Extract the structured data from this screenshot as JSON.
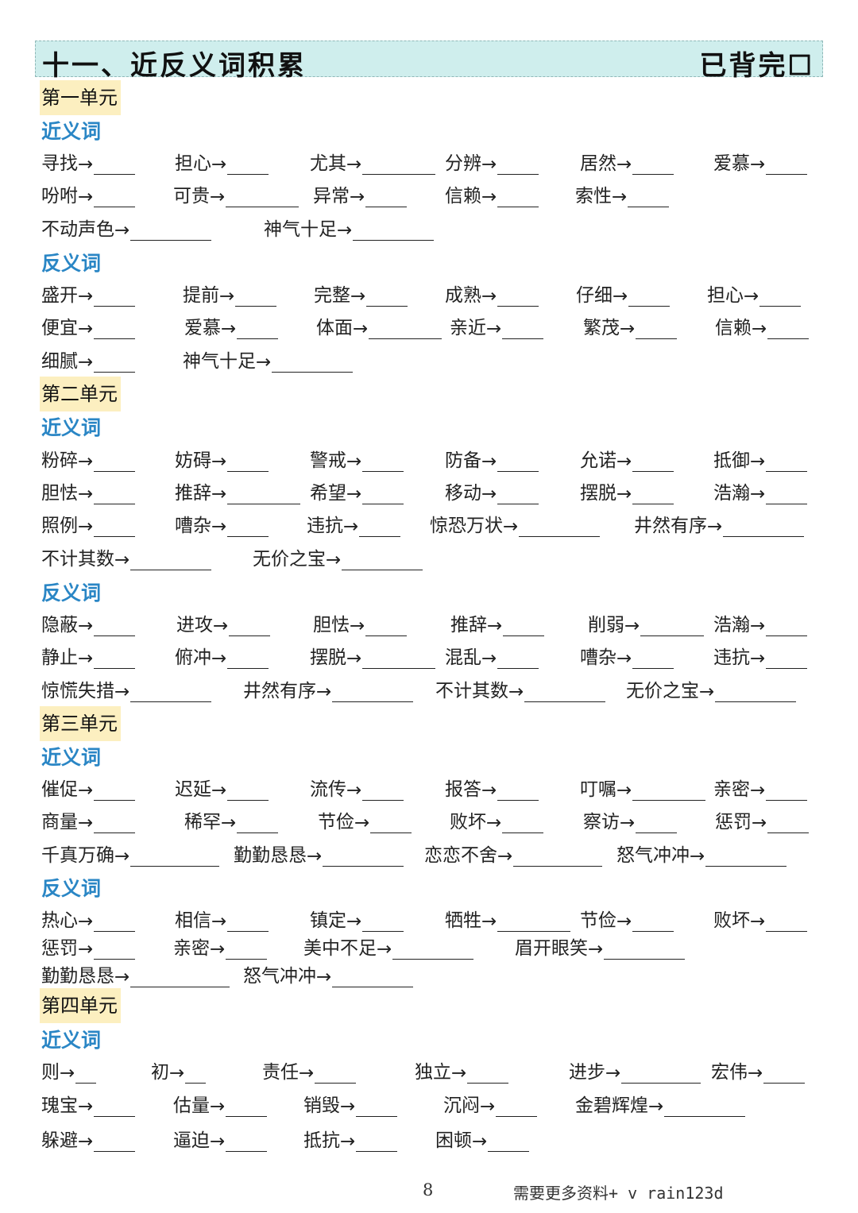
{
  "header": {
    "title": "十一、近反义词积累",
    "done_label": "已背完"
  },
  "units": [
    {
      "title": "第一单元",
      "sections": [
        {
          "type": "近义词",
          "words": [
            "寻找",
            "担心",
            "尤其",
            "分辨",
            "居然",
            "爱慕",
            "吩咐",
            "可贵",
            "异常",
            "信赖",
            "索性",
            "不动声色",
            "神气十足"
          ]
        },
        {
          "type": "反义词",
          "words": [
            "盛开",
            "提前",
            "完整",
            "成熟",
            "仔细",
            "担心",
            "便宜",
            "爱慕",
            "体面",
            "亲近",
            "繁茂",
            "信赖",
            "细腻",
            "神气十足"
          ]
        }
      ]
    },
    {
      "title": "第二单元",
      "sections": [
        {
          "type": "近义词",
          "words": [
            "粉碎",
            "妨碍",
            "警戒",
            "防备",
            "允诺",
            "抵御",
            "胆怯",
            "推辞",
            "希望",
            "移动",
            "摆脱",
            "浩瀚",
            "照例",
            "嘈杂",
            "违抗",
            "惊恐万状",
            "井然有序",
            "不计其数",
            "无价之宝"
          ]
        },
        {
          "type": "反义词",
          "words": [
            "隐蔽",
            "进攻",
            "胆怯",
            "推辞",
            "削弱",
            "浩瀚",
            "静止",
            "俯冲",
            "摆脱",
            "混乱",
            "嘈杂",
            "违抗",
            "惊慌失措",
            "井然有序",
            "不计其数",
            "无价之宝"
          ]
        }
      ]
    },
    {
      "title": "第三单元",
      "sections": [
        {
          "type": "近义词",
          "words": [
            "催促",
            "迟延",
            "流传",
            "报答",
            "叮嘱",
            "亲密",
            "商量",
            "稀罕",
            "节俭",
            "败坏",
            "察访",
            "惩罚",
            "千真万确",
            "勤勤恳恳",
            "恋恋不舍",
            "怒气冲冲"
          ]
        },
        {
          "type": "反义词",
          "words": [
            "热心",
            "相信",
            "镇定",
            "牺牲",
            "节俭",
            "败坏",
            "惩罚",
            "亲密",
            "美中不足",
            "眉开眼笑",
            "勤勤恳恳",
            "怒气冲冲"
          ]
        }
      ]
    },
    {
      "title": "第四单元",
      "sections": [
        {
          "type": "近义词",
          "words": [
            "则",
            "初",
            "责任",
            "独立",
            "进步",
            "宏伟",
            "瑰宝",
            "估量",
            "销毁",
            "沉闷",
            "金碧辉煌",
            "躲避",
            "逼迫",
            "抵抗",
            "困顿"
          ]
        }
      ]
    }
  ],
  "footer": {
    "page": "8",
    "note": "需要更多资料+ v rain123d"
  }
}
